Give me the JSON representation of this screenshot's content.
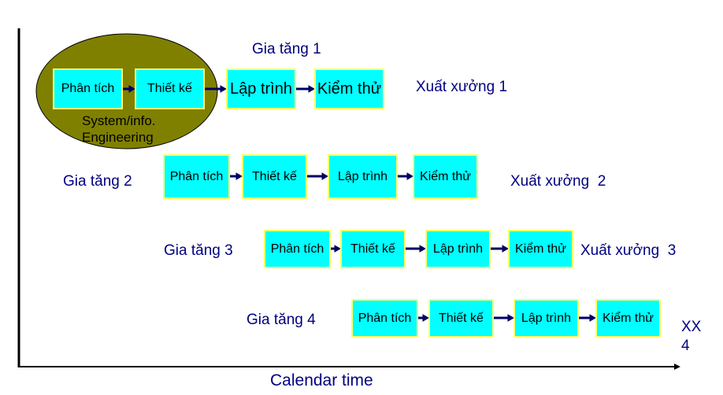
{
  "axis_label": "Calendar time",
  "ellipse_label": [
    "System/info.",
    "Engineering"
  ],
  "increments": [
    {
      "label": "Gia tăng 1",
      "release": "Xuất xưởng 1",
      "steps": [
        "Phân tích",
        "Thiết kế",
        "Lập trình",
        "Kiểm thử"
      ]
    },
    {
      "label": "Gia tăng 2",
      "release": "Xuất xưởng  2",
      "steps": [
        "Phân tích",
        "Thiết kế",
        "Lập trình",
        "Kiểm thử"
      ]
    },
    {
      "label": "Gia tăng 3",
      "release": "Xuất xưởng  3",
      "steps": [
        "Phân tích",
        "Thiết kế",
        "Lập trình",
        "Kiểm thử"
      ]
    },
    {
      "label": "Gia tăng 4",
      "release": [
        "XX",
        "4"
      ],
      "steps": [
        "Phân tích",
        "Thiết kế",
        "Lập trình",
        "Kiểm thử"
      ]
    }
  ]
}
